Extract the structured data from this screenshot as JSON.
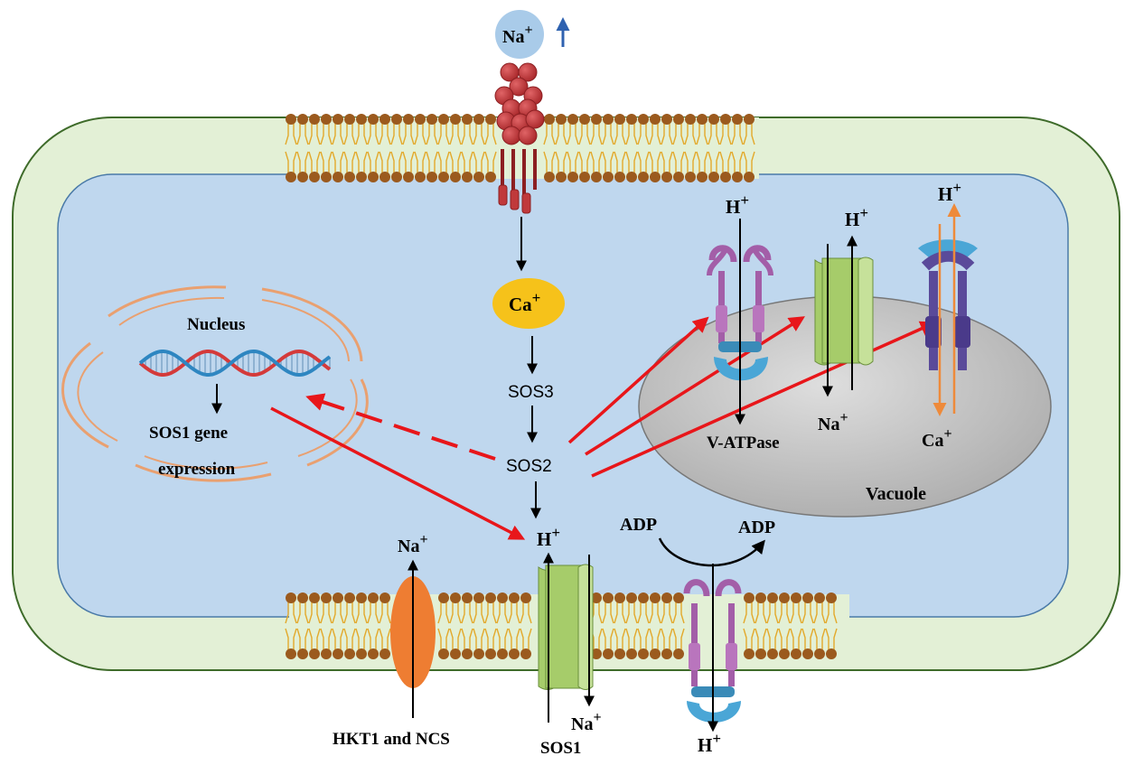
{
  "labels": {
    "na_out": "Na",
    "na_out_sup": "+",
    "ca_bubble": "Ca",
    "ca_bubble_sup": "+",
    "sos3": "SOS3",
    "sos2": "SOS2",
    "nucleus": "Nucleus",
    "gene_expr_1": "SOS1 gene",
    "gene_expr_2": "expression",
    "vatpase_h": "H",
    "vatpase_h_sup": "+",
    "vatpase": "V-ATPase",
    "nhx_h": "H",
    "nhx_h_sup": "+",
    "nhx_na": "Na",
    "nhx_na_sup": "+",
    "cax_h": "H",
    "cax_h_sup": "+",
    "cax_ca": "Ca",
    "cax_ca_sup": "+",
    "vacuole": "Vacuole",
    "adp_left": "ADP",
    "adp_right": "ADP",
    "cyt_h": "H",
    "cyt_h_sup": "+",
    "hkt_na": "Na",
    "hkt_na_sup": "+",
    "hkt": "HKT1 and NCS",
    "sos1_na": "Na",
    "sos1_na_sup": "+",
    "sos1": "SOS1",
    "pm_h": "H",
    "pm_h_sup": "+"
  },
  "colors": {
    "cell_wall": "#e3f0d6",
    "cytoplasm": "#bfd7ee",
    "vacuole": "#c3c3c3",
    "lipid_head": "#9b5a1e",
    "lipid_tail": "#e3a92b",
    "channel_red": "#c0393b",
    "ca_bubble": "#f6c21a",
    "na_bubble": "#a9cbe9",
    "red_arrow": "#e8161a",
    "nucleus_ring": "#e9a070",
    "antiporter": "#a6cc6a",
    "hkt": "#ee7d32",
    "pump_purple": "#a35ea8",
    "pump_blue": "#4aa6d6"
  }
}
